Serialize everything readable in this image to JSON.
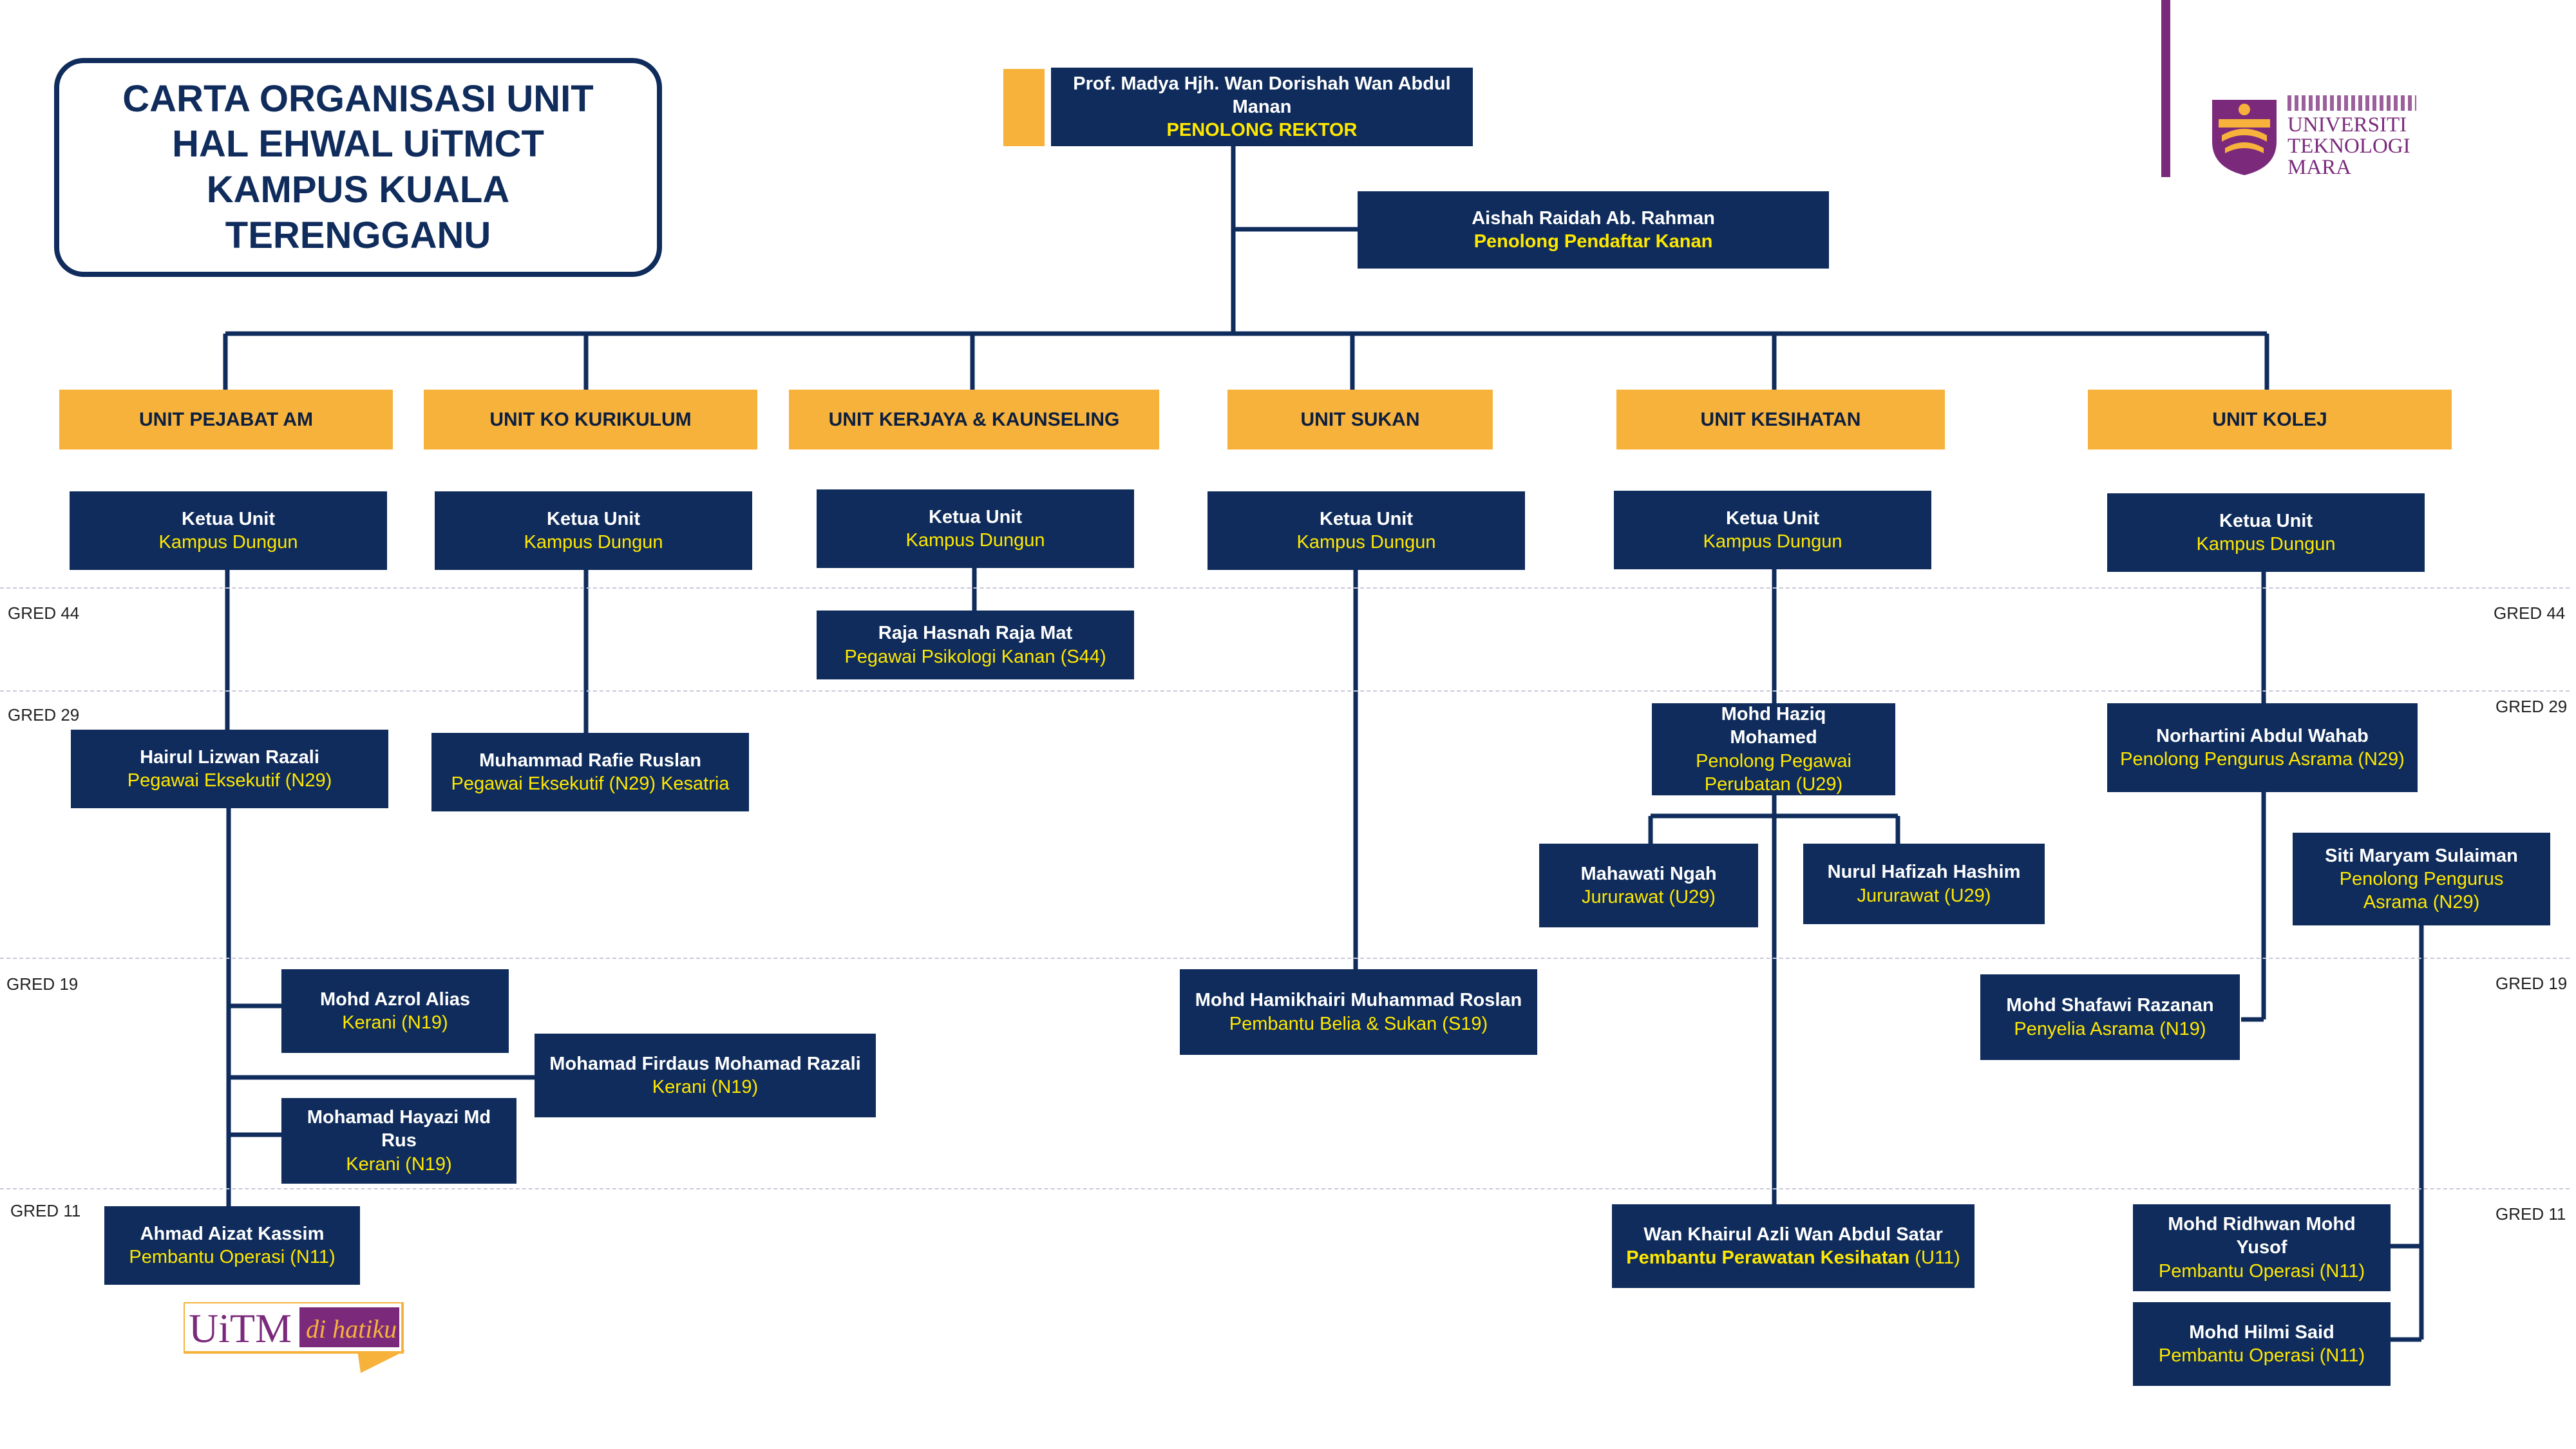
{
  "title": "CARTA ORGANISASI UNIT\nHAL EHWAL UiTMCT\nKAMPUS KUALA\nTERENGGANU",
  "top": {
    "name": "Prof. Madya Hjh. Wan Dorishah Wan Abdul Manan",
    "role": "PENOLONG REKTOR"
  },
  "secretary": {
    "name": "Aishah Raidah Ab. Rahman",
    "role": "Penolong Pendaftar Kanan"
  },
  "logo": {
    "line1": "UNIVERSITI",
    "line2": "TEKNOLOGI",
    "line3": "MARA"
  },
  "tagline": {
    "part1": "UiTM",
    "part2": "di hatiku"
  },
  "grades": {
    "g44": "GRED 44",
    "g29": "GRED 29",
    "g19": "GRED 19",
    "g11": "GRED 11"
  },
  "units": [
    {
      "label": "UNIT PEJABAT AM"
    },
    {
      "label": "UNIT KO KURIKULUM"
    },
    {
      "label": "UNIT KERJAYA & KAUNSELING"
    },
    {
      "label": "UNIT SUKAN"
    },
    {
      "label": "UNIT KESIHATAN"
    },
    {
      "label": "UNIT KOLEJ"
    }
  ],
  "heads": [
    {
      "name": "Ketua Unit",
      "role": "Kampus Dungun"
    },
    {
      "name": "Ketua Unit",
      "role": "Kampus Dungun"
    },
    {
      "name": "Ketua Unit",
      "role": "Kampus Dungun"
    },
    {
      "name": "Ketua Unit",
      "role": "Kampus Dungun"
    },
    {
      "name": "Ketua Unit",
      "role": "Kampus Dungun"
    },
    {
      "name": "Ketua Unit",
      "role": "Kampus Dungun"
    }
  ],
  "staff": {
    "raja": {
      "name": "Raja Hasnah Raja Mat",
      "role": "Pegawai Psikologi Kanan (S44)"
    },
    "hairul": {
      "name": "Hairul Lizwan Razali",
      "role": "Pegawai Eksekutif (N29)"
    },
    "rafie": {
      "name": "Muhammad Rafie Ruslan",
      "role": "Pegawai Eksekutif (N29) Kesatria"
    },
    "haziq": {
      "name": "Mohd Haziq Mohamed",
      "role": "Penolong Pegawai Perubatan (U29)"
    },
    "norhartini": {
      "name": "Norhartini Abdul Wahab",
      "role": "Penolong Pengurus Asrama (N29)"
    },
    "mahawati": {
      "name": "Mahawati Ngah",
      "role": "Jururawat (U29)"
    },
    "nurul": {
      "name": "Nurul Hafizah Hashim",
      "role": "Jururawat (U29)"
    },
    "maryam": {
      "name": "Siti Maryam Sulaiman",
      "role": "Penolong Pengurus Asrama (N29)"
    },
    "azrol": {
      "name": "Mohd Azrol Alias",
      "role": "Kerani (N19)"
    },
    "firdaus": {
      "name": "Mohamad Firdaus Mohamad Razali",
      "role": "Kerani (N19)"
    },
    "hayazi": {
      "name": "Mohamad Hayazi  Md Rus",
      "role": "Kerani (N19)"
    },
    "hamikhairi": {
      "name": "Mohd Hamikhairi Muhammad Roslan",
      "role": "Pembantu Belia & Sukan (S19)"
    },
    "shafawi": {
      "name": "Mohd Shafawi Razanan",
      "role": "Penyelia Asrama (N19)"
    },
    "aizat": {
      "name": "Ahmad Aizat Kassim",
      "role": "Pembantu Operasi (N11)"
    },
    "khairul": {
      "name": "Wan Khairul Azli  Wan Abdul Satar",
      "role": "Pembantu Perawatan Kesihatan",
      "grade": " (U11)"
    },
    "ridhwan": {
      "name": "Mohd Ridhwan Mohd Yusof",
      "role": "Pembantu Operasi (N11)"
    },
    "hilmi": {
      "name": "Mohd Hilmi  Said",
      "role": "Pembantu Operasi (N11)"
    }
  },
  "colors": {
    "navy": "#0f2c5c",
    "orange": "#f7b23b",
    "yellow_text": "#ffe800",
    "logo_purple": "#7b2a7b"
  }
}
